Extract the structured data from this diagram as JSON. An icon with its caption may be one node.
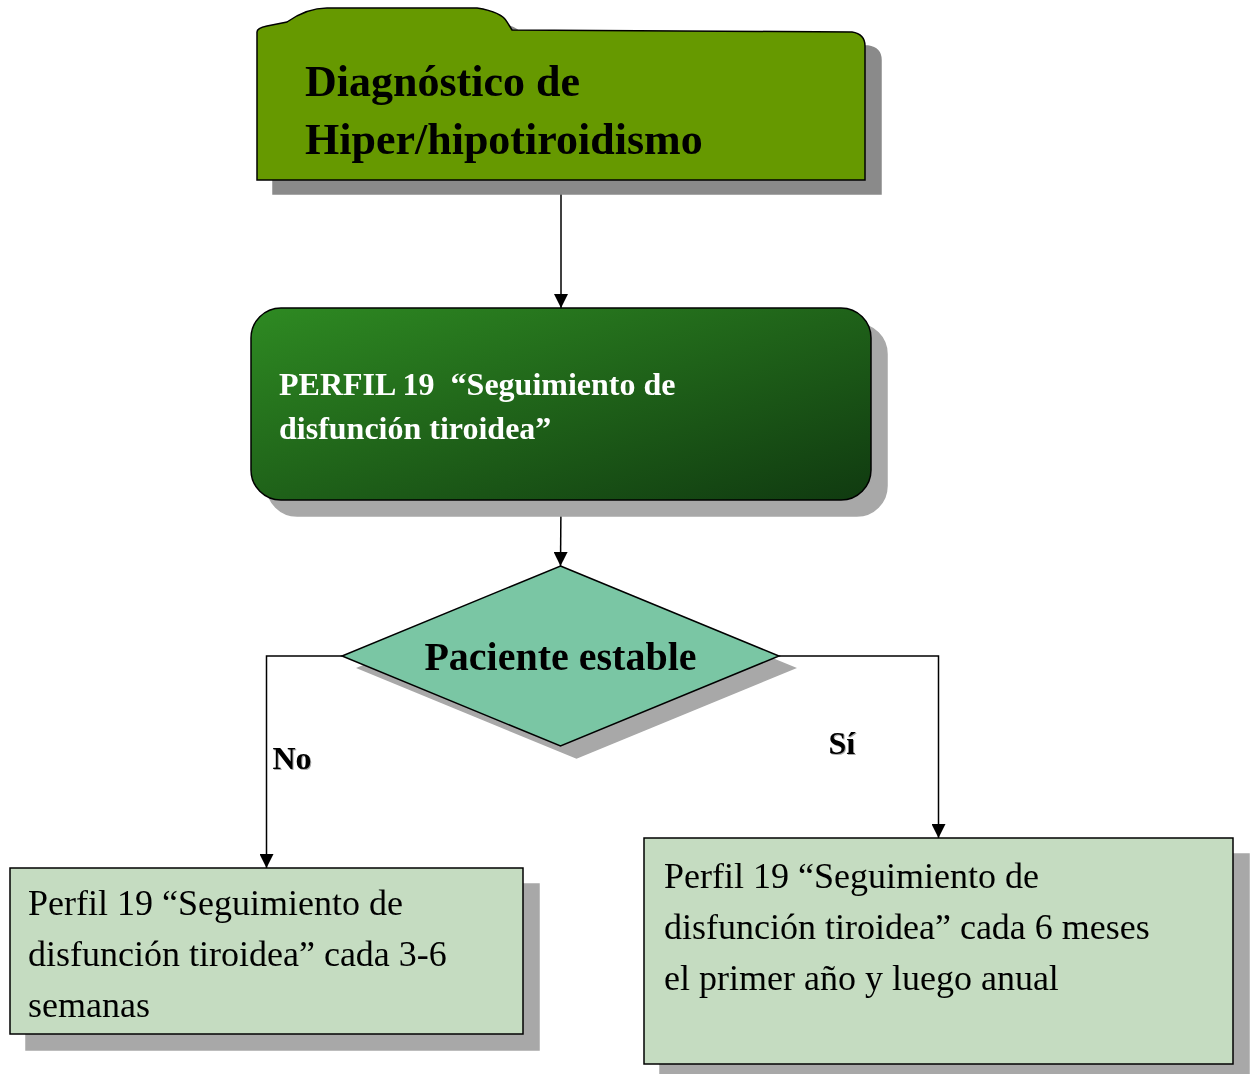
{
  "diagram": {
    "nodes": [
      {
        "text": [
          "Diagnóstico de Hiper/hipotiroidismo"
        ]
      },
      {
        "text": [
          "PERFIL 19  “Seguimiento de disfunción tiroidea”"
        ]
      },
      {
        "text": [
          "Paciente estable"
        ]
      },
      {
        "text": [
          "Perfil 19 “Seguimiento de disfunción tiroidea” cada 3-6 semanas"
        ]
      },
      {
        "text": [
          "Perfil 19 “Seguimiento de disfunción tiroidea” cada 6 meses el primer año y luego anual"
        ]
      }
    ],
    "edges": [
      {
        "from": 0,
        "to": 1,
        "arrow": "to"
      },
      {
        "from": 1,
        "to": 2,
        "arrow": "to"
      },
      {
        "from": 2,
        "to": 3,
        "arrow": "to",
        "label": "No"
      },
      {
        "from": 2,
        "to": 4,
        "arrow": "to",
        "label": "Sí"
      }
    ]
  }
}
